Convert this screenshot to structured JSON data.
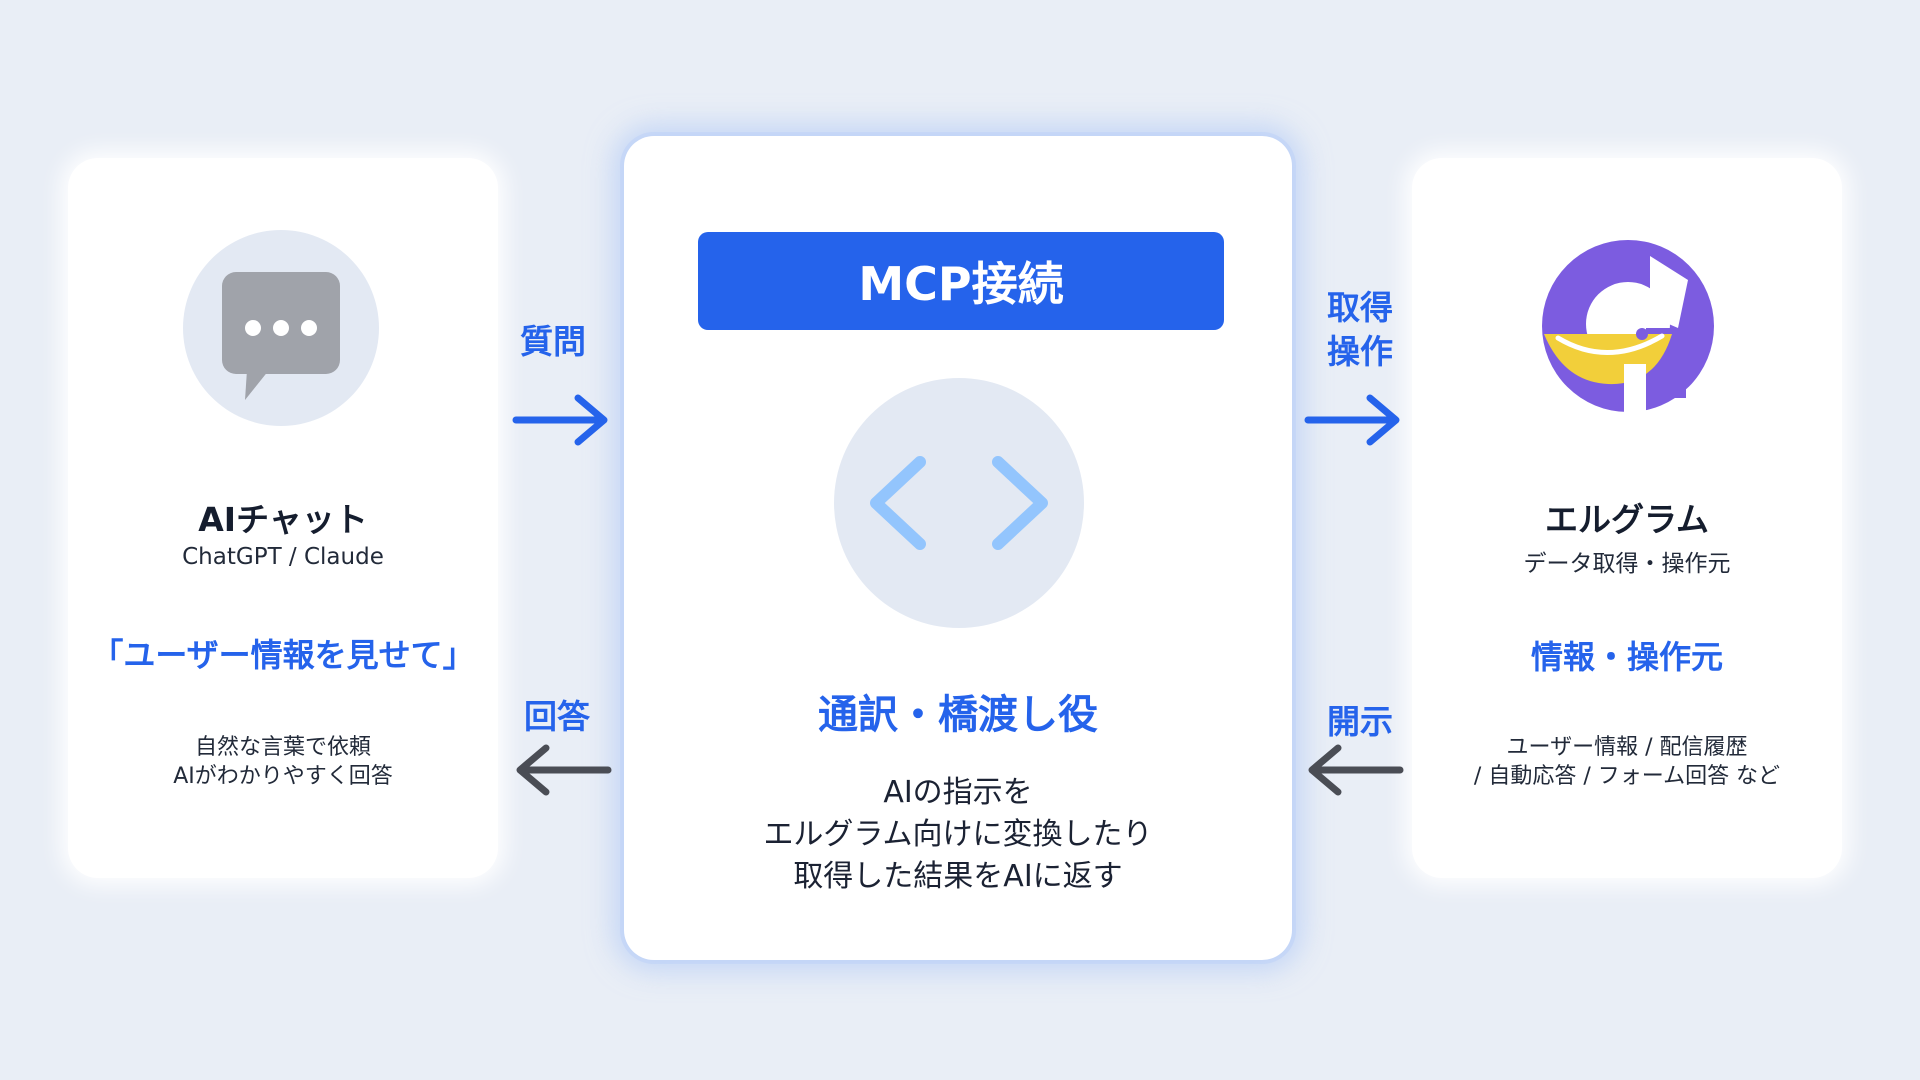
{
  "left_card": {
    "title": "AIチャット",
    "subtitle": "ChatGPT / Claude",
    "quote": "「ユーザー情報を見せて」",
    "description_lines": [
      "自然な言葉で依頼",
      "AIがわかりやすく回答"
    ],
    "icon": "chat-bubble-icon"
  },
  "center_card": {
    "banner": "MCP接続",
    "heading": "通訳・橋渡し役",
    "description_lines": [
      "AIの指示を",
      "エルグラム向けに変換したり",
      "取得した結果をAIに返す"
    ],
    "icon": "code-brackets-icon"
  },
  "right_card": {
    "title": "エルグラム",
    "subtitle": "データ取得・操作元",
    "heading": "情報・操作元",
    "description_lines": [
      "ユーザー情報 / 配信履歴",
      "/ 自動応答 / フォーム回答 など"
    ],
    "icon": "elgram-logo"
  },
  "arrows": {
    "question": "質問",
    "answer": "回答",
    "fetch_lines": [
      "取得",
      "操作"
    ],
    "disclose": "開示"
  },
  "colors": {
    "background": "#e9eef6",
    "accent_blue": "#2563eb",
    "light_blue": "#93c5fd",
    "arrow_gray": "#4a4d55",
    "logo_purple": "#7c5ce0",
    "logo_yellow": "#f2cf3a"
  }
}
